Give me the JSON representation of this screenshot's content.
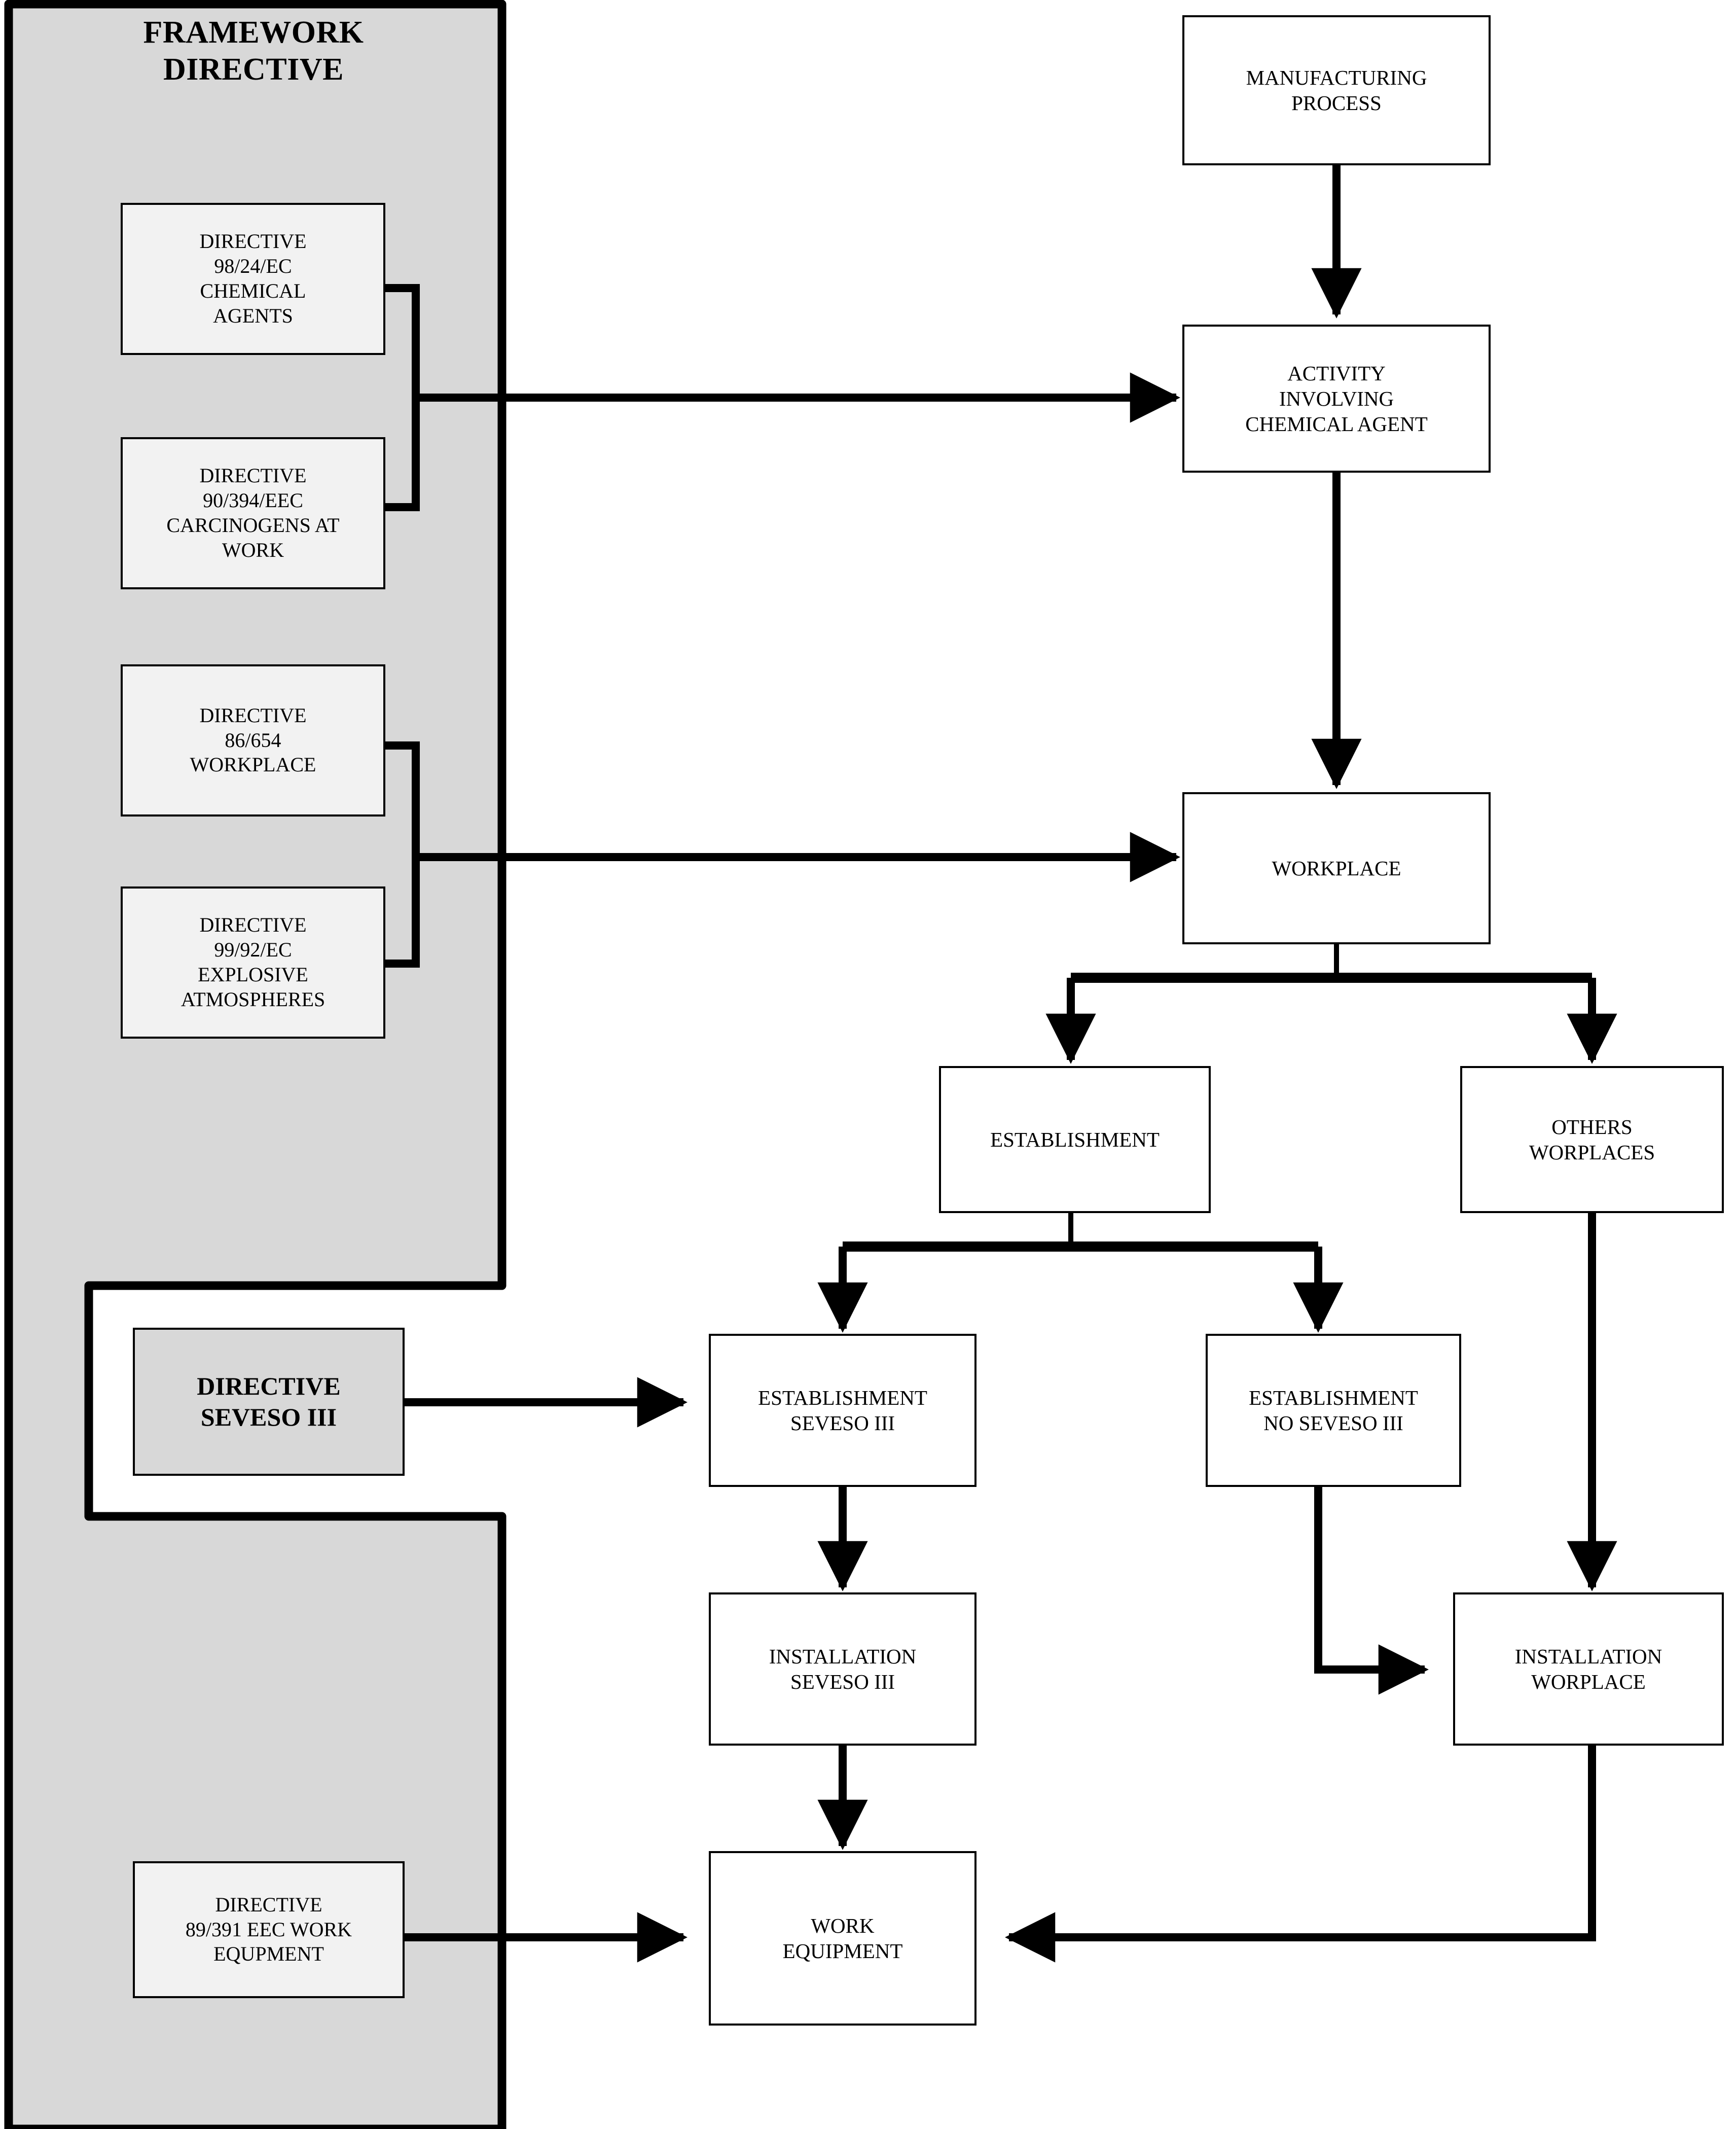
{
  "diagram": {
    "title": "Framework Directive and Seveso III scope flowchart",
    "type": "flowchart",
    "colors": {
      "panel_fill": "#d8d8d8",
      "panel_border": "#000000",
      "directive_box_fill": "#f2f2f2",
      "flow_box_fill": "#ffffff",
      "seveso_box_fill": "#d8d8d8",
      "line": "#000000"
    }
  },
  "panel": {
    "title_line1": "FRAMEWORK",
    "title_line2": "DIRECTIVE"
  },
  "directives": [
    {
      "id": "d-98-24",
      "lines": [
        "DIRECTIVE",
        "98/24/EC",
        "CHEMICAL",
        "AGENTS"
      ]
    },
    {
      "id": "d-90-394",
      "lines": [
        "DIRECTIVE",
        "90/394/EEC",
        "CARCINOGENS AT",
        "WORK"
      ]
    },
    {
      "id": "d-86-654",
      "lines": [
        "DIRECTIVE",
        "86/654",
        "WORKPLACE"
      ]
    },
    {
      "id": "d-99-92",
      "lines": [
        "DIRECTIVE",
        "99/92/EC",
        "EXPLOSIVE",
        "ATMOSPHERES"
      ]
    },
    {
      "id": "d-seveso",
      "lines": [
        "DIRECTIVE",
        "SEVESO III"
      ]
    },
    {
      "id": "d-89-391",
      "lines": [
        "DIRECTIVE",
        "89/391 EEC WORK",
        "EQUPMENT"
      ]
    }
  ],
  "flow_nodes": [
    {
      "id": "manufacturing-process",
      "lines": [
        "MANUFACTURING",
        "PROCESS"
      ]
    },
    {
      "id": "activity-chemical-agent",
      "lines": [
        "ACTIVITY",
        "INVOLVING",
        "CHEMICAL AGENT"
      ]
    },
    {
      "id": "workplace",
      "lines": [
        "WORKPLACE"
      ]
    },
    {
      "id": "establishment",
      "lines": [
        "ESTABLISHMENT"
      ]
    },
    {
      "id": "others-worplaces",
      "lines": [
        "OTHERS",
        "WORPLACES"
      ]
    },
    {
      "id": "establishment-seveso-iii",
      "lines": [
        "ESTABLISHMENT",
        "SEVESO III"
      ]
    },
    {
      "id": "establishment-no-seveso-iii",
      "lines": [
        "ESTABLISHMENT",
        "NO SEVESO III"
      ]
    },
    {
      "id": "installation-seveso-iii",
      "lines": [
        "INSTALLATION",
        "SEVESO III"
      ]
    },
    {
      "id": "installation-worplace",
      "lines": [
        "INSTALLATION",
        "WORPLACE"
      ]
    },
    {
      "id": "work-equipment",
      "lines": [
        "WORK",
        "EQUIPMENT"
      ]
    }
  ],
  "edges": [
    {
      "from": "manufacturing-process",
      "to": "activity-chemical-agent"
    },
    {
      "from": "d-98-24",
      "to": "activity-chemical-agent"
    },
    {
      "from": "d-90-394",
      "to": "activity-chemical-agent"
    },
    {
      "from": "activity-chemical-agent",
      "to": "workplace"
    },
    {
      "from": "d-86-654",
      "to": "workplace"
    },
    {
      "from": "d-99-92",
      "to": "workplace"
    },
    {
      "from": "workplace",
      "to": "establishment"
    },
    {
      "from": "workplace",
      "to": "others-worplaces"
    },
    {
      "from": "establishment",
      "to": "establishment-seveso-iii"
    },
    {
      "from": "establishment",
      "to": "establishment-no-seveso-iii"
    },
    {
      "from": "d-seveso",
      "to": "establishment-seveso-iii"
    },
    {
      "from": "establishment-seveso-iii",
      "to": "installation-seveso-iii"
    },
    {
      "from": "establishment-no-seveso-iii",
      "to": "installation-worplace"
    },
    {
      "from": "others-worplaces",
      "to": "installation-worplace"
    },
    {
      "from": "installation-seveso-iii",
      "to": "work-equipment"
    },
    {
      "from": "installation-worplace",
      "to": "work-equipment"
    },
    {
      "from": "d-89-391",
      "to": "work-equipment"
    }
  ]
}
